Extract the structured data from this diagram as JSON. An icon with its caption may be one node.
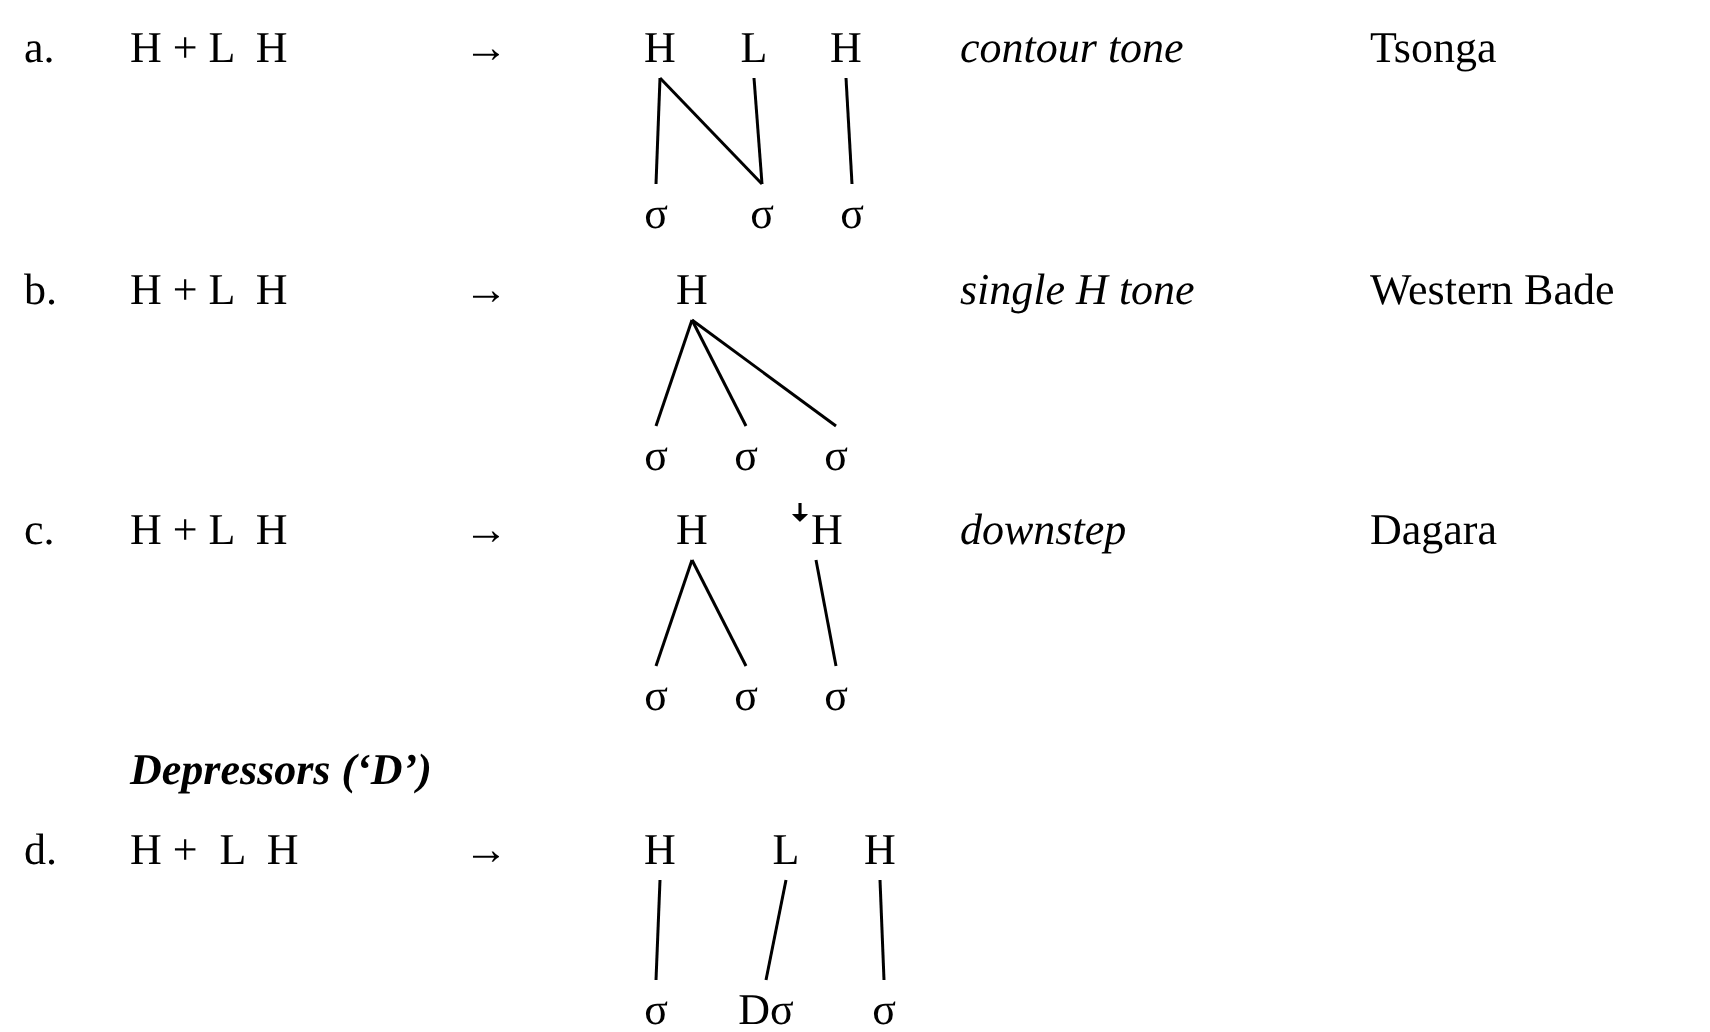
{
  "diagram": {
    "nodes": [
      {
        "text": [
          "H"
        ]
      },
      {
        "text": [
          "L"
        ]
      },
      {
        "text": [
          "H"
        ]
      },
      {
        "text": [
          "σ"
        ]
      },
      {
        "text": [
          "σ"
        ]
      },
      {
        "text": [
          "σ"
        ]
      },
      {
        "text": [
          "H"
        ]
      },
      {
        "text": [
          "σ"
        ]
      },
      {
        "text": [
          "σ"
        ]
      },
      {
        "text": [
          "σ"
        ]
      },
      {
        "text": [
          "H"
        ]
      },
      {
        "text": [
          "ꜜH"
        ]
      },
      {
        "text": [
          "σ"
        ]
      },
      {
        "text": [
          "σ"
        ]
      },
      {
        "text": [
          "σ"
        ]
      },
      {
        "text": [
          "H"
        ]
      },
      {
        "text": [
          "L"
        ]
      },
      {
        "text": [
          "H"
        ]
      },
      {
        "text": [
          "σ"
        ]
      },
      {
        "text": [
          "Dσ"
        ]
      },
      {
        "text": [
          "σ"
        ]
      }
    ],
    "edges": [
      {
        "from": 0,
        "to": 3,
        "arrow": "none"
      },
      {
        "from": 0,
        "to": 4,
        "arrow": "none"
      },
      {
        "from": 1,
        "to": 4,
        "arrow": "none"
      },
      {
        "from": 2,
        "to": 5,
        "arrow": "none"
      },
      {
        "from": 6,
        "to": 7,
        "arrow": "none"
      },
      {
        "from": 6,
        "to": 8,
        "arrow": "none"
      },
      {
        "from": 6,
        "to": 9,
        "arrow": "none"
      },
      {
        "from": 10,
        "to": 12,
        "arrow": "none"
      },
      {
        "from": 10,
        "to": 13,
        "arrow": "none"
      },
      {
        "from": 11,
        "to": 14,
        "arrow": "none"
      },
      {
        "from": 15,
        "to": 18,
        "arrow": "none"
      },
      {
        "from": 16,
        "to": 19,
        "arrow": "none"
      },
      {
        "from": 17,
        "to": 20,
        "arrow": "none"
      }
    ],
    "labels": [
      "a.",
      "H + L  H",
      "→",
      "contour tone",
      "Tsonga",
      "b.",
      "H + L  H",
      "→",
      "single H tone",
      "Western Bade",
      "c.",
      "H + L  H",
      "→",
      "downstep",
      "Dagara",
      "Depressors (‘D’)",
      "d.",
      "H +  L  H",
      "→"
    ]
  }
}
